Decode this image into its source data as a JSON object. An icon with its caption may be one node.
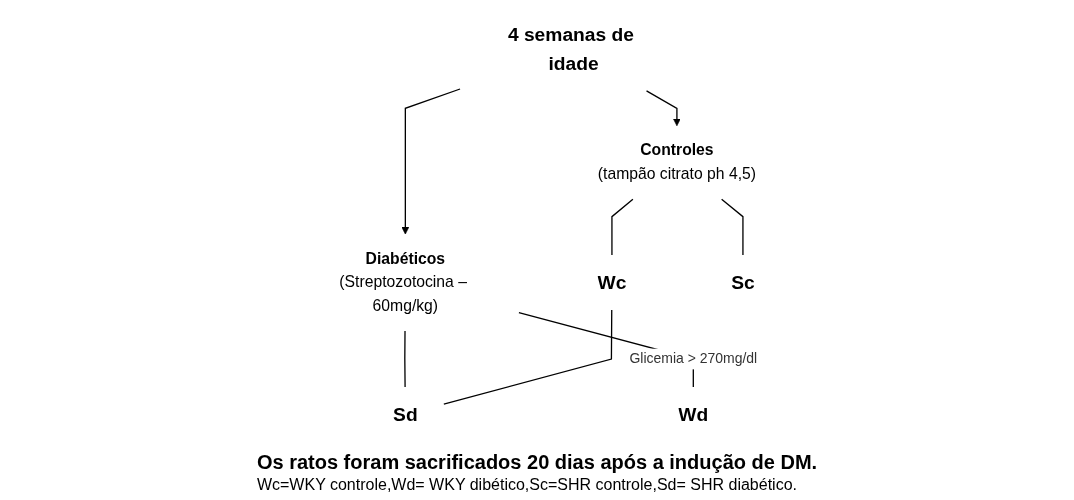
{
  "diagram": {
    "caption": "Os ratos foram sacrificados 20 dias após a indução de DM.",
    "nodes": [
      {
        "text": [
          "4 semanas de idade"
        ]
      },
      {
        "text": [
          "Controles",
          "(tampão citrato ph 4,5)"
        ]
      },
      {
        "text": [
          "Diabéticos",
          "(Streptozotocina – 60mg/kg)"
        ]
      },
      {
        "text": [
          "Wc"
        ]
      },
      {
        "text": [
          "Sc"
        ]
      },
      {
        "text": [
          "Wd"
        ]
      },
      {
        "text": [
          "Sd"
        ]
      }
    ],
    "edges": [
      {
        "from": 0,
        "to": 1,
        "arrow": "to"
      },
      {
        "from": 0,
        "to": 2,
        "arrow": "to"
      },
      {
        "from": 1,
        "to": 3,
        "arrow": "none"
      },
      {
        "from": 1,
        "to": 4,
        "arrow": "none"
      },
      {
        "from": 2,
        "to": 5,
        "arrow": "none",
        "label": "Glicemia > 270mg/dl"
      },
      {
        "from": 2,
        "to": 6,
        "arrow": "none"
      },
      {
        "from": 3,
        "to": 6,
        "arrow": "none"
      }
    ],
    "labels": [
      "Wc=WKY controle,Wd= WKY dibético,Sc=SHR controle,Sd= SHR diabético."
    ]
  }
}
